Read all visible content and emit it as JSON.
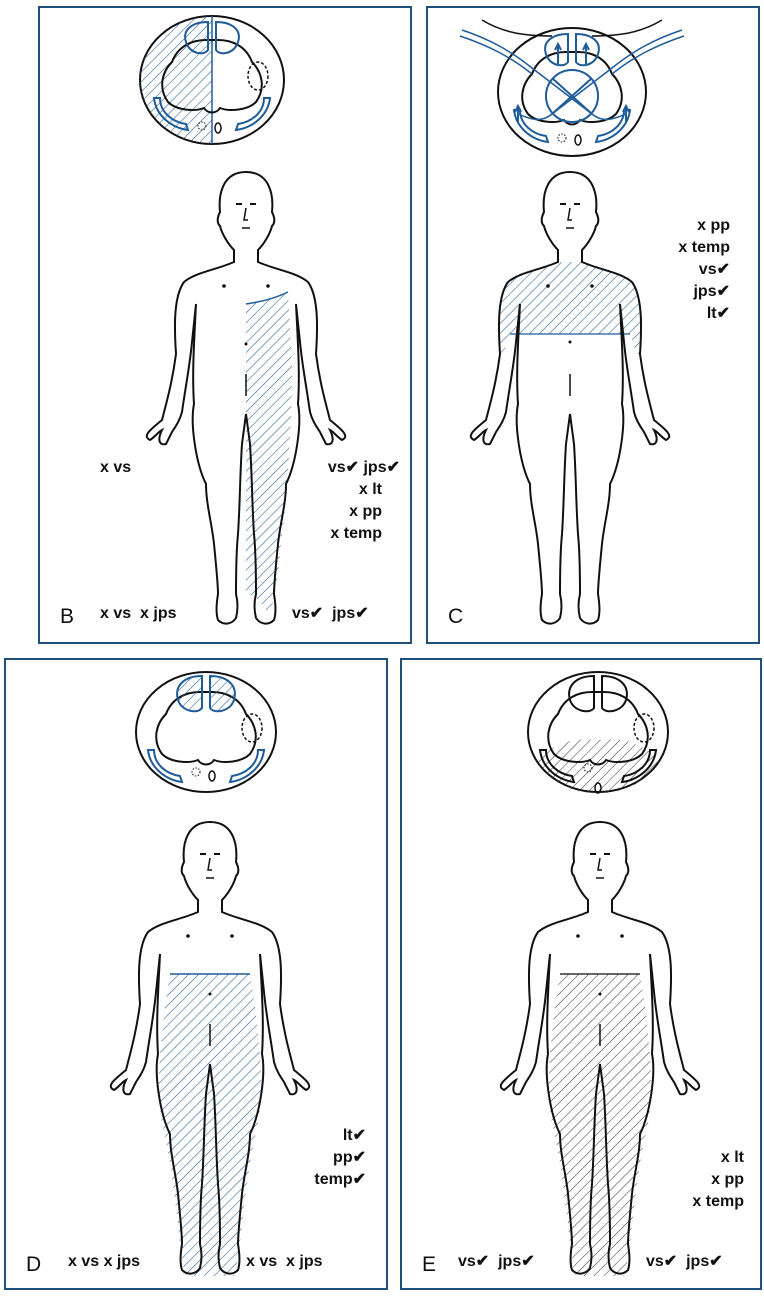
{
  "panels": [
    {
      "letter": "B",
      "right_labels": [
        "vs✔ jps✔",
        "x lt",
        "x pp",
        "x temp"
      ],
      "left_mid_label": "x vs",
      "bottom_left": "x vs  x jps",
      "bottom_right": "vs✔  jps✔"
    },
    {
      "letter": "C",
      "right_labels": [
        "x pp",
        "x temp",
        "vs✔",
        "jps✔",
        "lt✔"
      ]
    },
    {
      "letter": "D",
      "right_labels": [
        "lt✔",
        "pp✔",
        "temp✔"
      ],
      "bottom_left": "x vs x jps",
      "bottom_right": "x vs  x jps"
    },
    {
      "letter": "E",
      "right_labels": [
        "x lt",
        "x pp",
        "x temp"
      ],
      "bottom_left": "vs✔  jps✔",
      "bottom_right": "vs✔  jps✔"
    }
  ],
  "colors": {
    "border": "#1f4f7a",
    "lesion_blue": "#1f5c9a",
    "ink": "#111111",
    "hatch_black": "#333333"
  }
}
